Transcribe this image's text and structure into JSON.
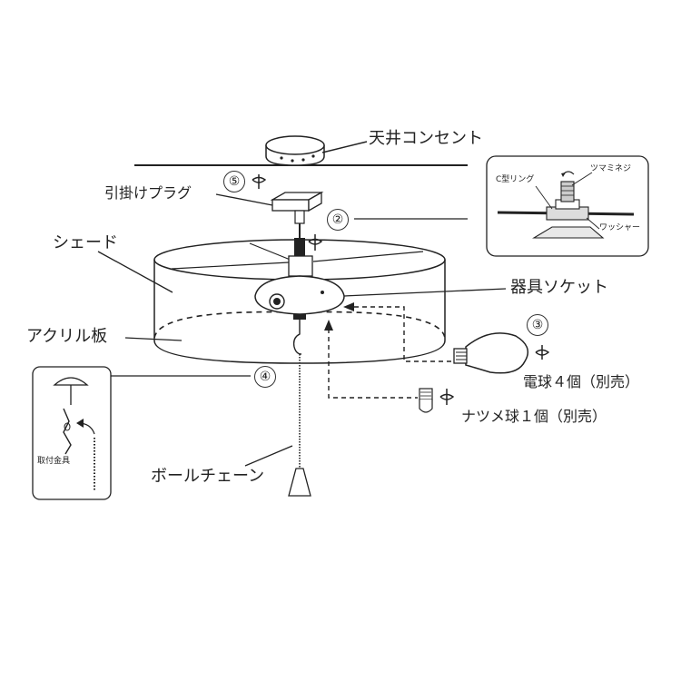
{
  "labels": {
    "ceiling_outlet": "天井コンセント",
    "hook_plug": "引掛けプラグ",
    "shade": "シェード",
    "fixture_socket": "器具ソケット",
    "acrylic_plate": "アクリル板",
    "ball_chain": "ボールチェーン",
    "bulb": "電球４個（別売）",
    "night_bulb": "ナツメ球１個（別売）",
    "mount_bracket": "取付金具"
  },
  "inset_top_right": {
    "c_ring": "C型リング",
    "knob_screw": "ツマミネジ",
    "washer": "ワッシャー"
  },
  "steps": {
    "step2": "②",
    "step3": "③",
    "step4": "④",
    "step5": "⑤"
  }
}
